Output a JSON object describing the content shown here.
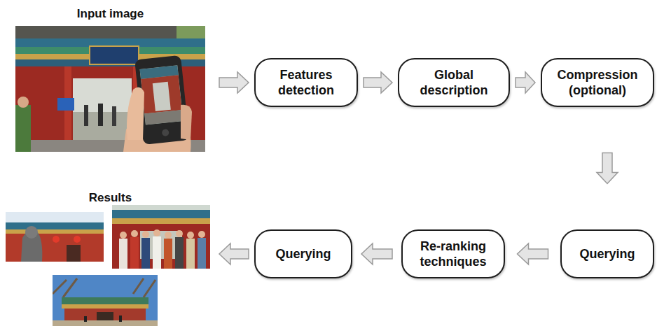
{
  "diagram": {
    "nodes": [
      {
        "text": [
          "Features detection"
        ]
      },
      {
        "text": [
          "Global description"
        ]
      },
      {
        "text": [
          "Compression (optional)"
        ]
      },
      {
        "text": [
          "Querying"
        ]
      },
      {
        "text": [
          "Re-ranking techniques"
        ]
      },
      {
        "text": [
          "Querying"
        ]
      }
    ],
    "edges": [
      {
        "from": 0,
        "to": 1,
        "arrow": "to"
      },
      {
        "from": 1,
        "to": 2,
        "arrow": "to"
      },
      {
        "from": 2,
        "to": 3,
        "arrow": "to"
      },
      {
        "from": 3,
        "to": 4,
        "arrow": "to"
      },
      {
        "from": 4,
        "to": 5,
        "arrow": "to"
      }
    ],
    "labels": [
      "Input image",
      "Results"
    ]
  }
}
